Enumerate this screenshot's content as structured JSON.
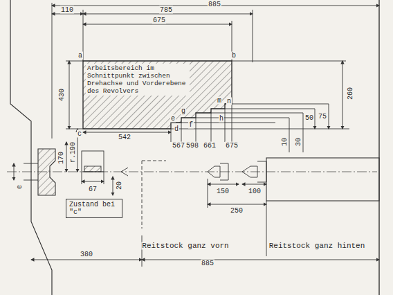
{
  "diagram": {
    "nodes": [
      {
        "text": [
          "Arbeitsbereich im Schnittpunkt zwischen Drehachse und Vorderebene des Revolvers"
        ]
      },
      {
        "text": [
          "Zustand bei \"c\""
        ]
      }
    ],
    "labels": [
      "885",
      "110",
      "785",
      "675",
      "a",
      "b",
      "430",
      "260",
      "m",
      "n",
      "g",
      "e",
      "h",
      "f",
      "d",
      "c",
      "50",
      "75",
      "542",
      "567",
      "598",
      "661",
      "675",
      "10",
      "30",
      "r.190",
      "170",
      "e",
      "67",
      "20",
      "150",
      "100",
      "250",
      "Reitstock ganz vorn",
      "Reitstock ganz hinten",
      "380",
      "885"
    ]
  }
}
